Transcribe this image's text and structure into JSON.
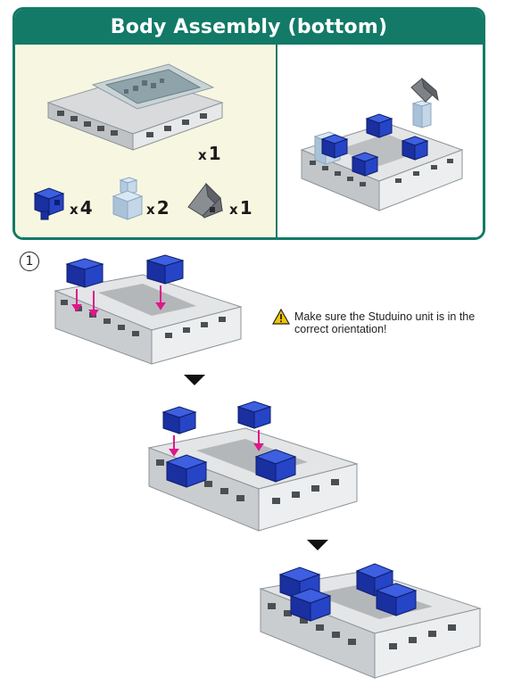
{
  "panel": {
    "title": "Body Assembly (bottom)",
    "parts": [
      {
        "icon": "studuino-body-base",
        "quantity": "1",
        "prefix": "x"
      },
      {
        "icon": "blue-cube-block",
        "quantity": "4",
        "prefix": "x"
      },
      {
        "icon": "light-blue-block",
        "quantity": "2",
        "prefix": "x"
      },
      {
        "icon": "gray-wedge-block",
        "quantity": "1",
        "prefix": "x"
      }
    ]
  },
  "step": {
    "number": "1",
    "note": "Make sure the Studuino unit is in the correct orientation!"
  },
  "colors": {
    "accent": "#127a67",
    "parts_bg": "#f7f7e1",
    "block_blue": "#1e3db8",
    "guide_pink": "#e0168a"
  }
}
